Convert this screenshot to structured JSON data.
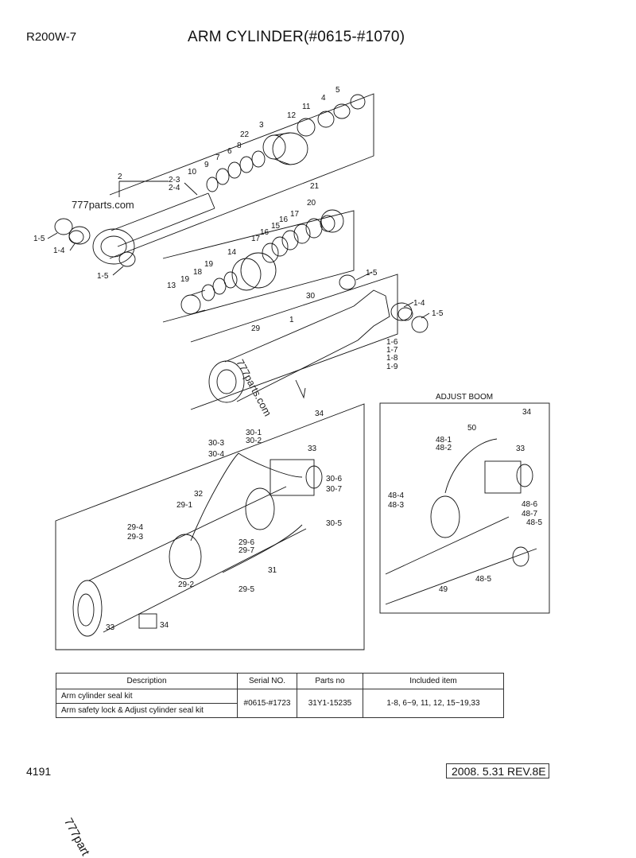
{
  "header": {
    "model": "R200W-7",
    "title": "ARM CYLINDER(#0615-#1070)"
  },
  "watermarks": [
    "777parts.com",
    "777parts.com",
    "777part"
  ],
  "adjust_boom_title": "ADJUST BOOM",
  "callouts": {
    "c5": "5",
    "c4": "4",
    "c11": "11",
    "c12": "12",
    "c3": "3",
    "c22": "22",
    "c8": "8",
    "c6": "6",
    "c7": "7",
    "c9": "9",
    "c10": "10",
    "c2": "2",
    "c2_3": "2-3",
    "c2_4": "2-4",
    "c1_5a": "1-5",
    "c1_4a": "1-4",
    "c1_5b": "1-5",
    "c21": "21",
    "c20": "20",
    "c17a": "17",
    "c16a": "16",
    "c15": "15",
    "c16b": "16",
    "c17b": "17",
    "c14": "14",
    "c19a": "19",
    "c18": "18",
    "c19b": "19",
    "c13": "13",
    "c1_5c": "1-5",
    "c30": "30",
    "c1_4b": "1-4",
    "c1_5d": "1-5",
    "c1": "1",
    "c29": "29",
    "c1_6": "1-6",
    "c1_7": "1-7",
    "c1_8": "1-8",
    "c1_9": "1-9",
    "c34a": "34",
    "c30_1": "30-1",
    "c30_2": "30-2",
    "c30_3": "30-3",
    "c30_4": "30-4",
    "c33a": "33",
    "c32": "32",
    "c30_6": "30-6",
    "c30_7": "30-7",
    "c29_1": "29-1",
    "c30_5": "30-5",
    "c29_4": "29-4",
    "c29_3": "29-3",
    "c29_6": "29-6",
    "c29_7": "29-7",
    "c31": "31",
    "c29_2": "29-2",
    "c29_5": "29-5",
    "c33b": "33",
    "c34b": "34",
    "c34c": "34",
    "c50": "50",
    "c48_1": "48-1",
    "c48_2": "48-2",
    "c33c": "33",
    "c48_4": "48-4",
    "c48_3": "48-3",
    "c48_6": "48-6",
    "c48_7": "48-7",
    "c48_5a": "48-5",
    "c48_5b": "48-5",
    "c49": "49"
  },
  "kit_table": {
    "headers": [
      "Description",
      "Serial NO.",
      "Parts no",
      "Included item"
    ],
    "rows": [
      {
        "description": "Arm cylinder seal kit"
      },
      {
        "description": "Arm safety lock & Adjust cylinder seal kit"
      }
    ],
    "serial": "#0615-#1723",
    "parts_no": "31Y1-15235",
    "included": "1-8, 6~9, 11, 12, 15~19,33"
  },
  "footer": {
    "page": "4191",
    "revision": "2008. 5.31  REV.8E"
  }
}
